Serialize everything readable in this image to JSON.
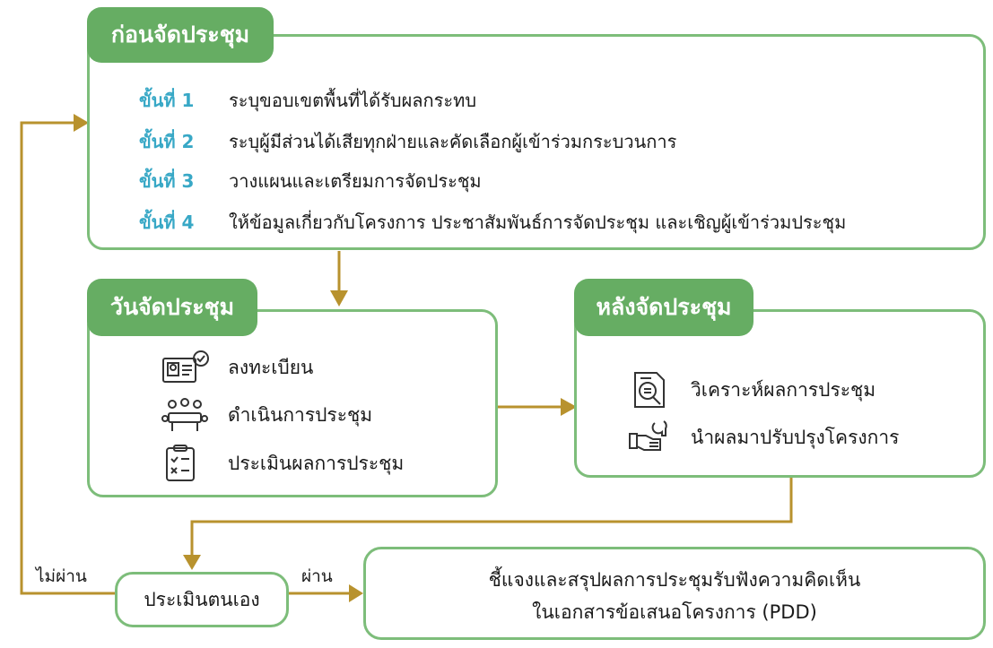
{
  "before": {
    "title": "ก่อนจัดประชุม",
    "steps": [
      {
        "num": "ขั้นที่ 1",
        "text": "ระบุขอบเขตพื้นที่ได้รับผลกระทบ"
      },
      {
        "num": "ขั้นที่ 2",
        "text": "ระบุผู้มีส่วนได้เสียทุกฝ่ายและคัดเลือกผู้เข้าร่วมกระบวนการ"
      },
      {
        "num": "ขั้นที่ 3",
        "text": "วางแผนและเตรียมการจัดประชุม"
      },
      {
        "num": "ขั้นที่ 4",
        "text": "ให้ข้อมูลเกี่ยวกับโครงการ ประชาสัมพันธ์การจัดประชุม และเชิญผู้เข้าร่วมประชุม"
      }
    ]
  },
  "day": {
    "title": "วันจัดประชุม",
    "items": [
      {
        "icon": "registration-card-icon",
        "text": "ลงทะเบียน"
      },
      {
        "icon": "meeting-table-icon",
        "text": "ดำเนินการประชุม"
      },
      {
        "icon": "clipboard-checklist-icon",
        "text": "ประเมินผลการประชุม"
      }
    ]
  },
  "after": {
    "title": "หลังจัดประชุม",
    "items": [
      {
        "icon": "document-magnifier-icon",
        "text": "วิเคราะห์ผลการประชุม"
      },
      {
        "icon": "hand-wrench-icon",
        "text": "นำผลมาปรับปรุงโครงการ"
      }
    ]
  },
  "self_eval": {
    "text": "ประเมินตนเอง"
  },
  "fail_label": "ไม่ผ่าน",
  "pass_label": "ผ่าน",
  "result": {
    "line1": "ชี้แจงและสรุปผลการประชุมรับฟังความคิดเห็น",
    "line2": "ในเอกสารข้อเสนอโครงการ (PDD)"
  },
  "colors": {
    "box_border": "#7dbd7a",
    "tab_fill": "#66ad63",
    "step_number": "#38a8c6",
    "arrow": "#b8922e"
  }
}
